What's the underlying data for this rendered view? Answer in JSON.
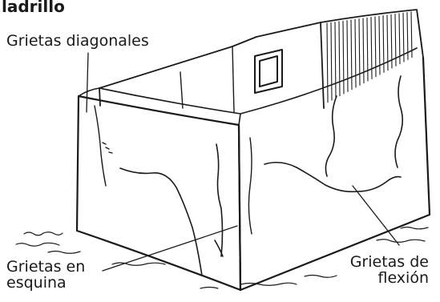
{
  "heading": "ladrillo",
  "labels": {
    "diagonal_cracks": "Grietas diagonales",
    "corner_cracks_line1": "Grietas en",
    "corner_cracks_line2": "esquina",
    "flexion_cracks_line1": "Grietas de",
    "flexion_cracks_line2": "flexión"
  },
  "colors": {
    "ink": "#1a1a1a",
    "background": "#ffffff"
  }
}
